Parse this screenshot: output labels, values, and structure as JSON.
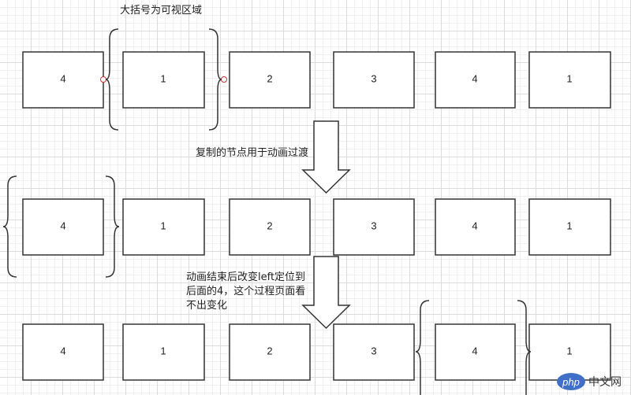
{
  "annotations": {
    "visible_area_note": "大括号为可视区域",
    "clone_note": "复制的节点用于动画过渡",
    "reposition_note_lines": [
      "动画结束后改变left定位到",
      "后面的4，这个过程页面看",
      "不出变化"
    ]
  },
  "rows": [
    {
      "boxes": [
        "4",
        "1",
        "2",
        "3",
        "4",
        "1"
      ]
    },
    {
      "boxes": [
        "4",
        "1",
        "2",
        "3",
        "4",
        "1"
      ]
    },
    {
      "boxes": [
        "4",
        "1",
        "2",
        "3",
        "4",
        "1"
      ]
    }
  ],
  "watermark": {
    "logo": "php",
    "text": "中文网"
  },
  "colors": {
    "box_stroke": "#333333",
    "arrow_fill": "#ffffff",
    "dot_stroke": "#cc3333"
  }
}
